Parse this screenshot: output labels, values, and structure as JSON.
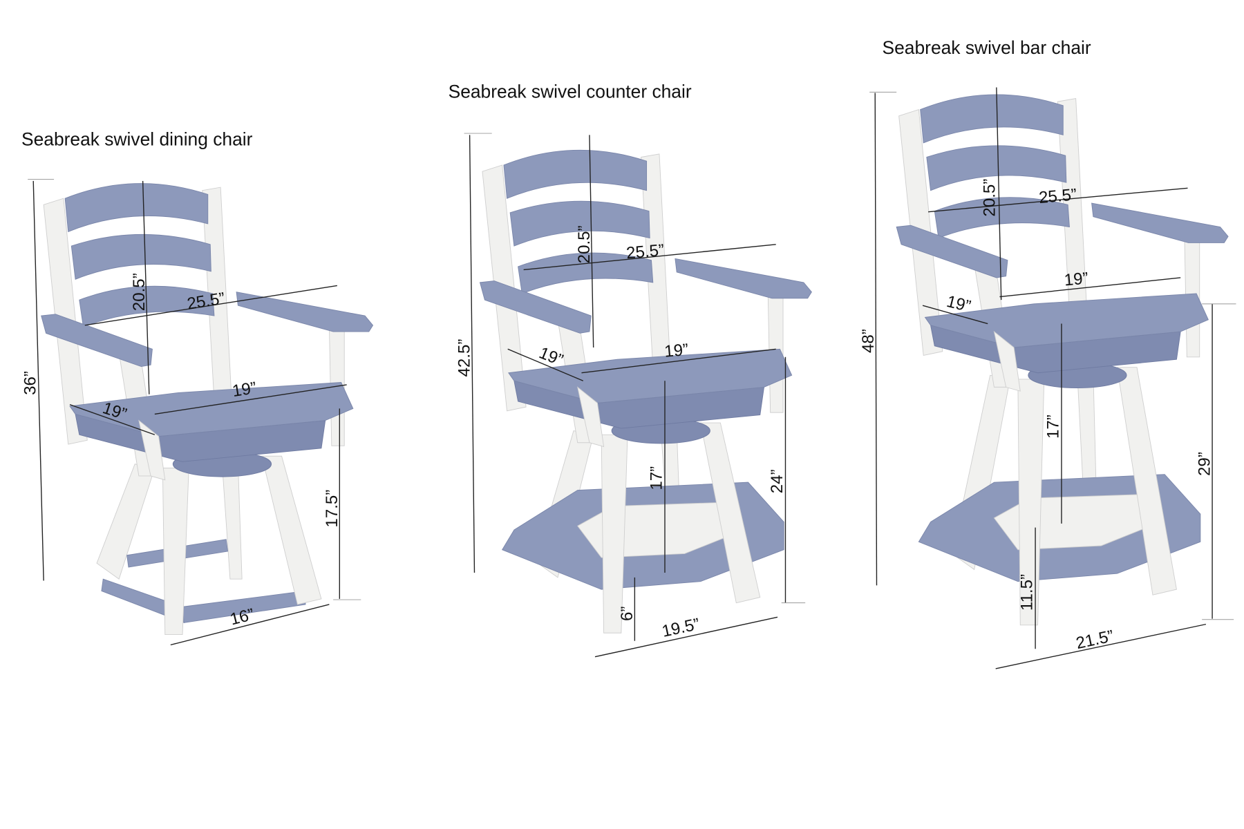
{
  "chairs": [
    {
      "title": "Seabreak swivel dining chair",
      "dims": {
        "height": "36”",
        "back": "20.5”",
        "width": "25.5”",
        "seat_width": "19”",
        "seat_depth": "19”",
        "seat_height": "17.5”",
        "base": "16”"
      }
    },
    {
      "title": "Seabreak swivel counter chair",
      "dims": {
        "height": "42.5”",
        "back": "20.5”",
        "width": "25.5”",
        "seat_width": "19”",
        "seat_depth": "19”",
        "seat_to_foot": "17”",
        "seat_height": "24”",
        "foot_height": "6”",
        "base": "19.5”"
      }
    },
    {
      "title": "Seabreak swivel bar chair",
      "dims": {
        "height": "48”",
        "back": "20.5”",
        "width": "25.5”",
        "seat_width": "19”",
        "seat_depth": "19”",
        "seat_to_foot": "17”",
        "seat_height": "29”",
        "foot_height": "11.5”",
        "base": "21.5”"
      }
    }
  ],
  "colors": {
    "slat": "#8d99bb",
    "frame": "#f1f1ef"
  }
}
